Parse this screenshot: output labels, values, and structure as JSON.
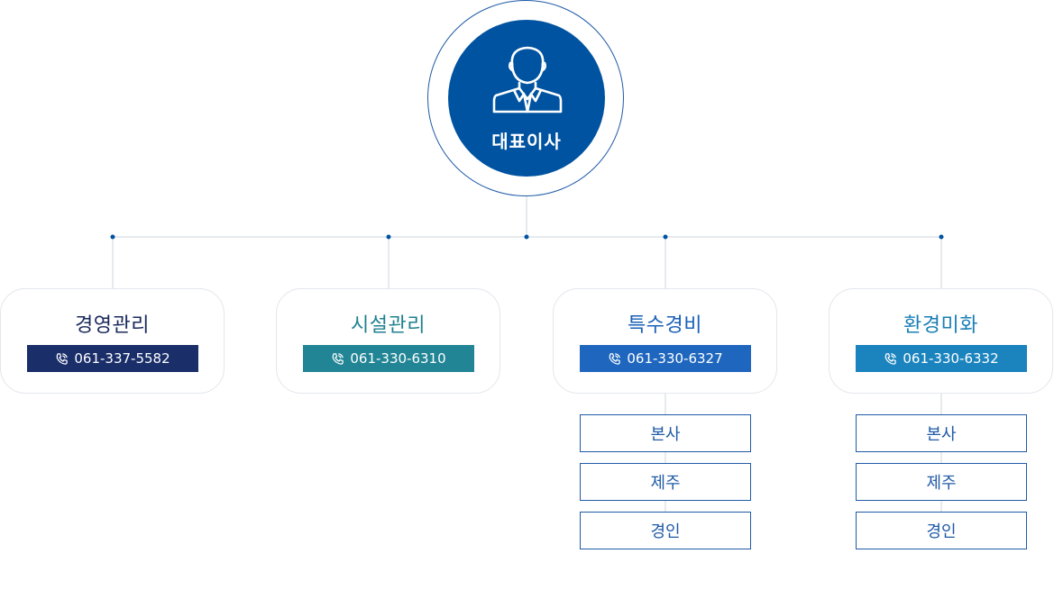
{
  "ceo": {
    "label": "대표이사",
    "icon": "person-icon"
  },
  "colors": {
    "primary": "#0053a0",
    "ring": "#1f5aa6",
    "line": "#cfd5de"
  },
  "departments": [
    {
      "name": "경영관리",
      "phone": "061-337-5582",
      "title_color": "#1a2a5c",
      "phone_bg": "#1a2e6a"
    },
    {
      "name": "시설관리",
      "phone": "061-330-6310",
      "title_color": "#1f8090",
      "phone_bg": "#218595"
    },
    {
      "name": "특수경비",
      "phone": "061-330-6327",
      "title_color": "#1b61b8",
      "phone_bg": "#1f67be",
      "branches": [
        "본사",
        "제주",
        "경인"
      ]
    },
    {
      "name": "환경미화",
      "phone": "061-330-6332",
      "title_color": "#1a7fb6",
      "phone_bg": "#1b84bf",
      "branches": [
        "본사",
        "제주",
        "경인"
      ]
    }
  ]
}
